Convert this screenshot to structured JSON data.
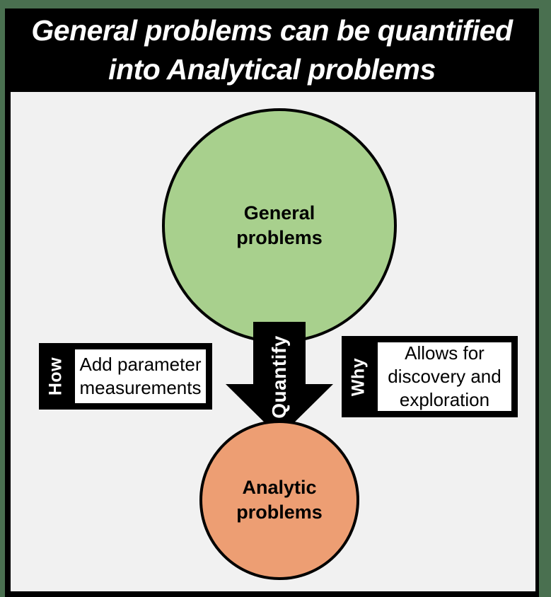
{
  "title": "General problems can be quantified\ninto Analytical problems",
  "diagram": {
    "general_circle": {
      "label": "General\nproblems"
    },
    "analytic_circle": {
      "label": "Analytic\nproblems"
    },
    "quantify_arrow": {
      "label": "Quantify",
      "direction": "down"
    },
    "how_box": {
      "tag": "How",
      "text": "Add parameter\nmeasurements"
    },
    "why_box": {
      "tag": "Why",
      "text": "Allows for\ndiscovery and\nexploration"
    }
  },
  "colors": {
    "frame_green": "#4A7050",
    "title_bg": "#000000",
    "title_text": "#FFFFFF",
    "canvas_bg": "#F1F1F1",
    "green_circle": "#A8D08D",
    "orange_circle": "#ED9E73",
    "arrow_black": "#000000"
  }
}
